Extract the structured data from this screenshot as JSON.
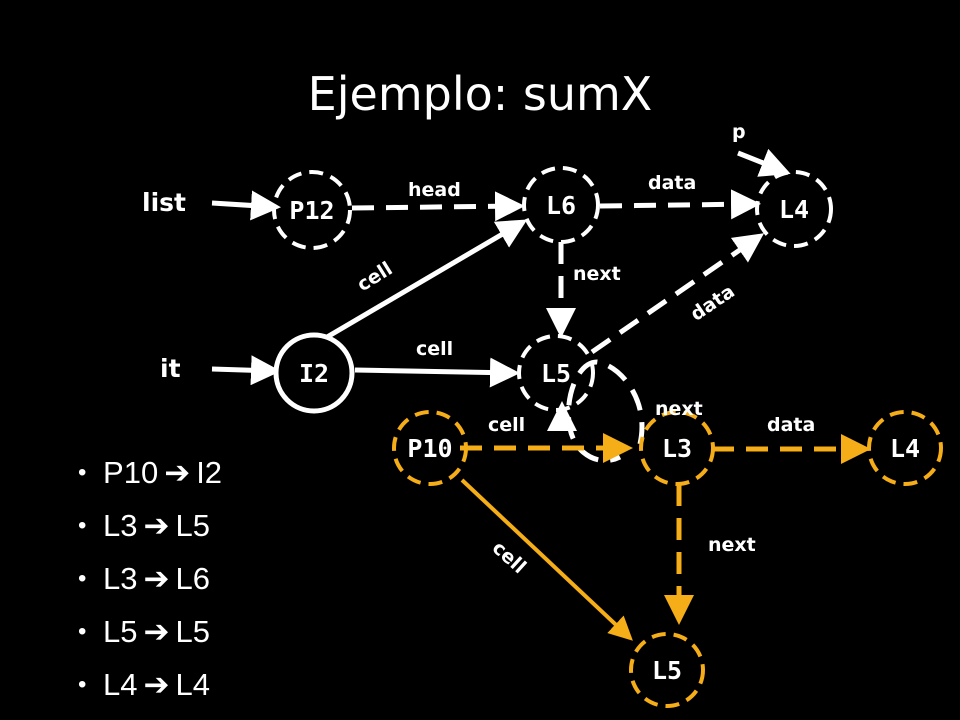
{
  "title": "Ejemplo: sumX",
  "colors": {
    "background": "#000000",
    "white": "#ffffff",
    "highlight": "#f5ad18"
  },
  "nodes": {
    "p12": "P12",
    "l6": "L6",
    "l4_top": "L4",
    "i2": "I2",
    "l5_mid": "L5",
    "p10": "P10",
    "l3": "L3",
    "l4_bottom": "L4",
    "l5_bottom": "L5"
  },
  "edge_labels": {
    "head": "head",
    "data_top": "data",
    "cell_diag": "cell",
    "next_l6": "next",
    "data_diag": "data",
    "cell_i2": "cell",
    "next_loop": "next",
    "cell_p10": "cell",
    "data_bottom": "data",
    "next_l3": "next",
    "cell_bottom": "cell"
  },
  "variables": {
    "list": "list",
    "it": "it",
    "p": "p"
  },
  "bullets": [
    {
      "from": "P10",
      "to": "I2"
    },
    {
      "from": "L3",
      "to": "L5"
    },
    {
      "from": "L3",
      "to": "L6"
    },
    {
      "from": "L5",
      "to": "L5"
    },
    {
      "from": "L4",
      "to": "L4"
    }
  ],
  "icons": {
    "bullet_arrow": "right-arrow-icon"
  }
}
